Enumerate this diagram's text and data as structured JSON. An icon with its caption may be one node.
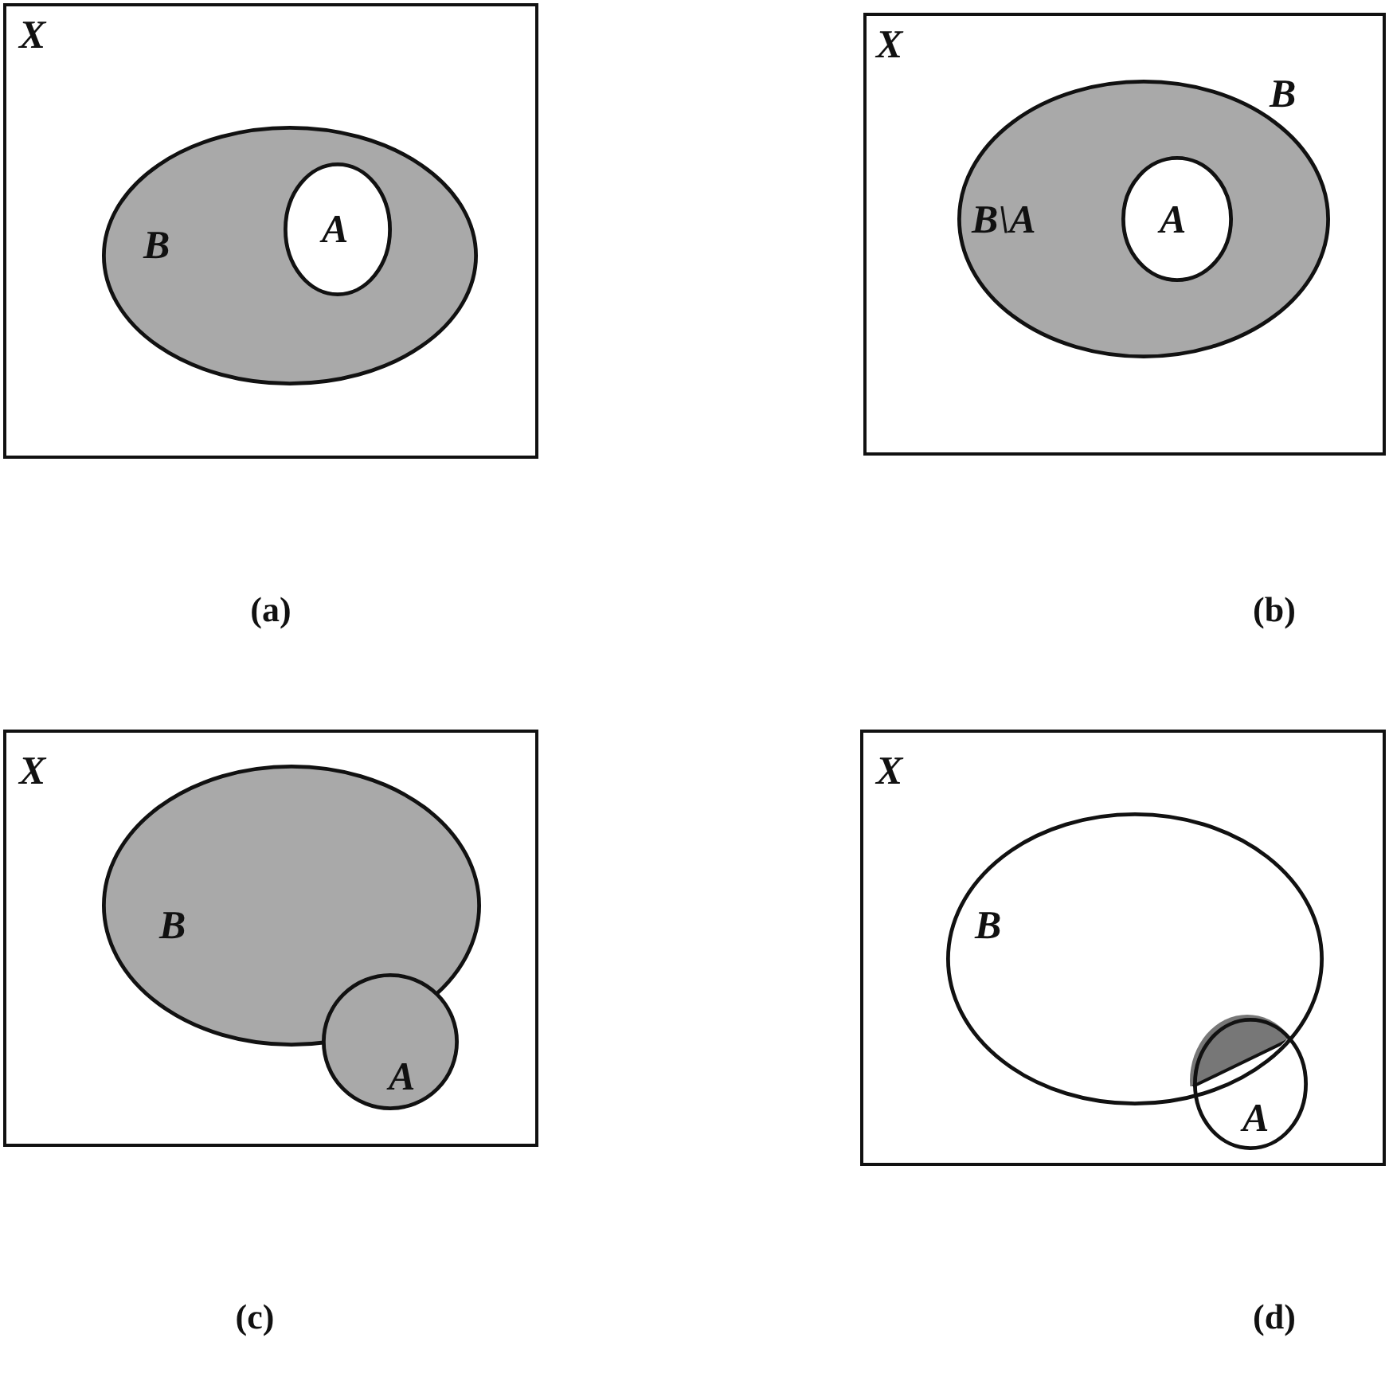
{
  "diagram": {
    "nodes": [
      {
        "text": [
          "X"
        ]
      },
      {
        "text": [
          "B"
        ],
        "in": 0
      },
      {
        "text": [
          "A"
        ],
        "in": 1
      },
      {
        "text": [
          "X"
        ]
      },
      {
        "text": [
          "B",
          "B\\A"
        ],
        "in": 3
      },
      {
        "text": [
          "A"
        ],
        "in": 4
      },
      {
        "text": [
          "X"
        ]
      },
      {
        "text": [
          "B"
        ],
        "in": 6
      },
      {
        "text": [
          "A"
        ],
        "in": 6
      },
      {
        "text": [
          "X"
        ]
      },
      {
        "text": [
          "B"
        ],
        "in": 9
      },
      {
        "text": [
          "A"
        ],
        "in": 9
      }
    ],
    "labels": [
      "(a)",
      "(b)",
      "(c)",
      "(d)"
    ]
  }
}
